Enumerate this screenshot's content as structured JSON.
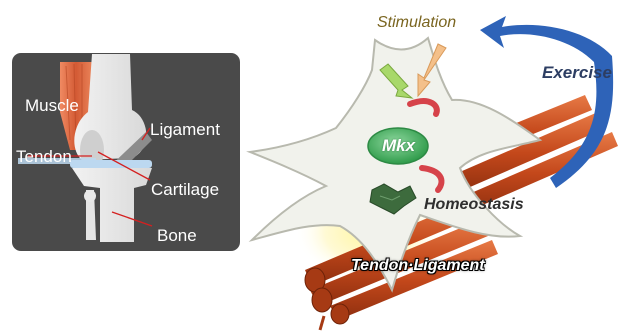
{
  "knee_panel": {
    "labels": {
      "muscle": "Muscle",
      "ligament": "Ligament",
      "tendon": "Tendon",
      "cartilage": "Cartilage",
      "bone": "Bone"
    }
  },
  "cell_diagram": {
    "stimulation": "Stimulation",
    "exercise": "Exercise",
    "nucleus_label": "Mkx",
    "homeostasis": "Homeostasis",
    "tissue_label": "Tendon·Ligament"
  },
  "colors": {
    "panel_bg": "#4a4a4a",
    "muscle": "#d9653f",
    "cartilage": "#bcd8f0",
    "cell": "#f1f2ec",
    "nucleus": "#3fae5a",
    "fiber": "#c8501f",
    "arrow": "#2e63b8",
    "label_line": "#d42020"
  }
}
